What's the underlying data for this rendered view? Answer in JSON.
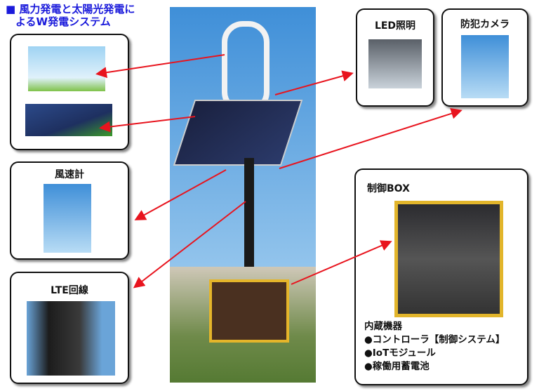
{
  "title": {
    "line1": "■ 風力発電と太陽光発電に",
    "line2": "よるW発電システム"
  },
  "boxes": {
    "wind_solar": {
      "label": ""
    },
    "anemometer": {
      "label": "風速計"
    },
    "lte": {
      "label": "LTE回線"
    },
    "led": {
      "label": "LED照明"
    },
    "camera": {
      "label": "防犯カメラ"
    },
    "control": {
      "label": "制御BOX",
      "contents_title": "内蔵機器",
      "contents": [
        "●コントローラ【制御システム】",
        "●IoTモジュール",
        "●稼働用蓄電池"
      ]
    }
  },
  "colors": {
    "arrow": "#e8141e",
    "title": "#1a1adb"
  }
}
